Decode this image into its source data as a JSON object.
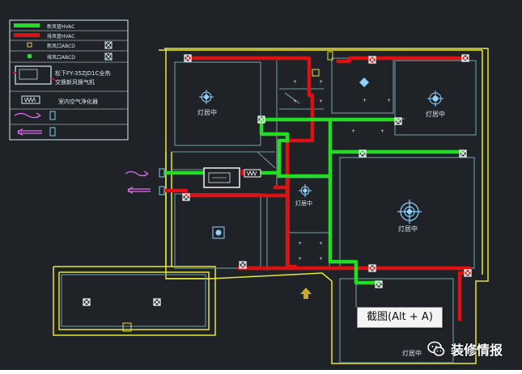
{
  "legend": {
    "items": [
      {
        "type": "line",
        "color": "#22dd22",
        "label": "新风管HVAC"
      },
      {
        "type": "line",
        "color": "#dd1111",
        "label": "排风管HVAC"
      },
      {
        "type": "symbol",
        "label": "新风口ABCD"
      },
      {
        "type": "symbol",
        "label": "排风口ABCD"
      }
    ],
    "unit_label": "松下FY-35ZJD1C全热",
    "unit_label2": "交换新风换气机",
    "purifier_label": "室内空气净化器"
  },
  "rooms": {
    "label_a": "灯居中",
    "label_b": "灯居中",
    "label_c": "灯居中",
    "label_d": "灯居中",
    "label_e": "灯居中"
  },
  "colors": {
    "background": "#1f2328",
    "fresh_air": "#22dd22",
    "exhaust_air": "#dd1111",
    "wall": "#e6e63a",
    "inner_line": "#6f9aa6",
    "arrow": "#e070f0"
  },
  "tooltip": "截图(Alt + A)",
  "watermark": "装修情报"
}
